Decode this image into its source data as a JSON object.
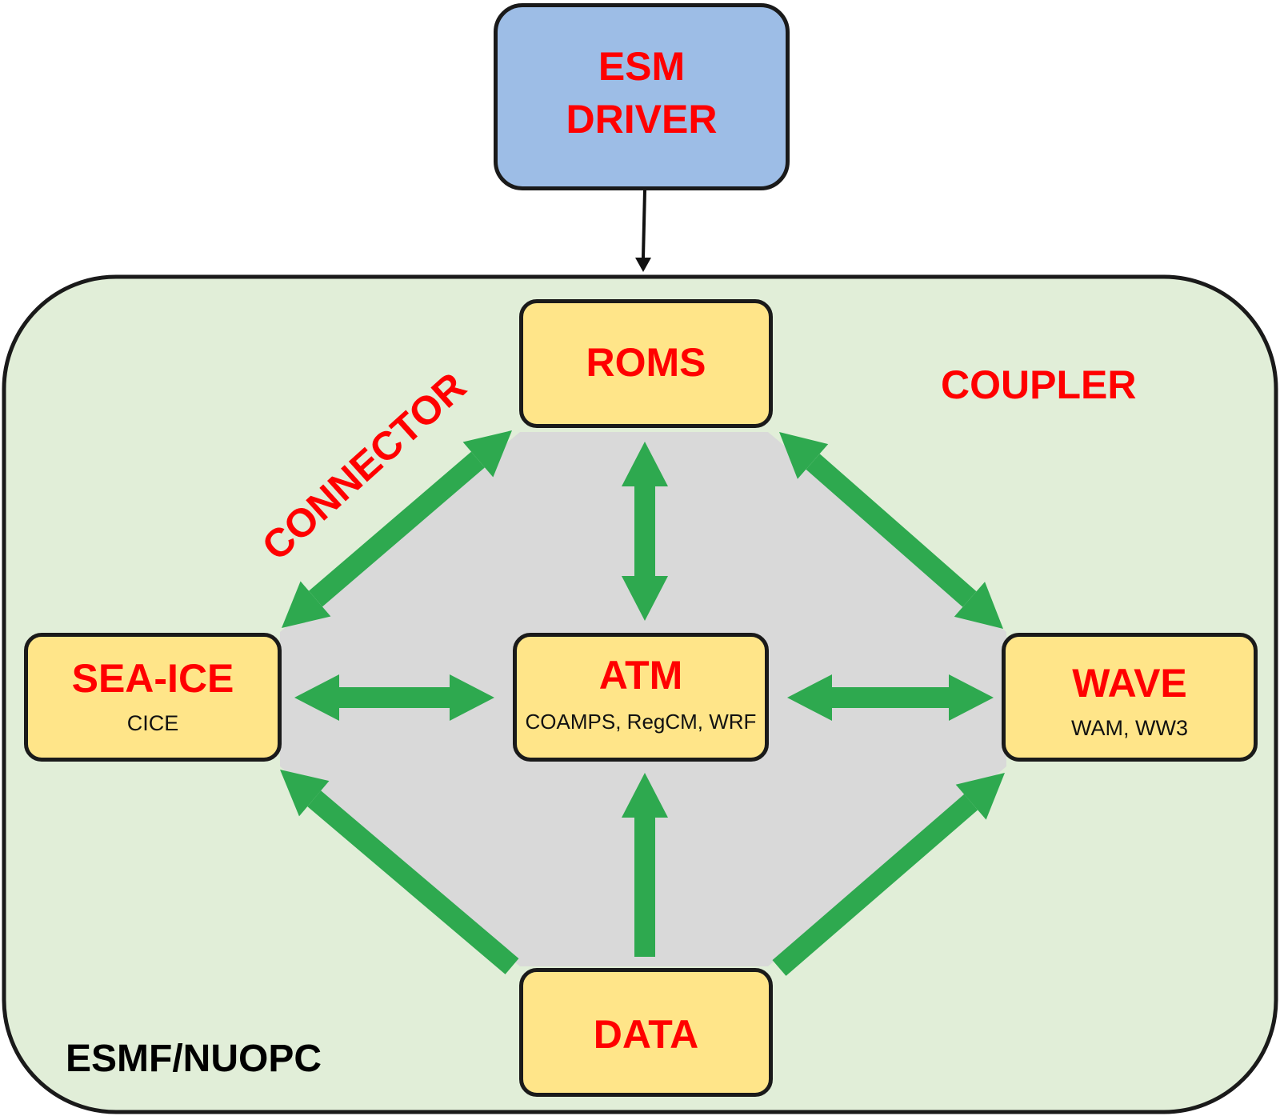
{
  "colors": {
    "driver_fill": "#9dbde6",
    "model_fill": "#ffe589",
    "coupler_fill": "#e1eed8",
    "hub_fill": "#d9d9d9",
    "arrow": "#2ea94f",
    "label_red": "#ff0000",
    "outline": "#1a1a1a"
  },
  "driver": {
    "line1": "ESM",
    "line2": "DRIVER"
  },
  "coupler": {
    "label": "COUPLER",
    "connector_label": "CONNECTOR",
    "framework_label": "ESMF/NUOPC"
  },
  "models": {
    "roms": {
      "name": "ROMS"
    },
    "seaice": {
      "name": "SEA-ICE",
      "impl": "CICE"
    },
    "atm": {
      "name": "ATM",
      "impl": "COAMPS, RegCM, WRF"
    },
    "wave": {
      "name": "WAVE",
      "impl": "WAM, WW3"
    },
    "data": {
      "name": "DATA"
    }
  },
  "connections": [
    {
      "from": "SEA-ICE",
      "to": "ROMS",
      "direction": "bidirectional"
    },
    {
      "from": "ROMS",
      "to": "ATM",
      "direction": "bidirectional"
    },
    {
      "from": "ROMS",
      "to": "WAVE",
      "direction": "bidirectional"
    },
    {
      "from": "SEA-ICE",
      "to": "ATM",
      "direction": "bidirectional"
    },
    {
      "from": "ATM",
      "to": "WAVE",
      "direction": "bidirectional"
    },
    {
      "from": "DATA",
      "to": "SEA-ICE",
      "direction": "one-way"
    },
    {
      "from": "DATA",
      "to": "ATM",
      "direction": "one-way"
    },
    {
      "from": "DATA",
      "to": "WAVE",
      "direction": "one-way"
    },
    {
      "from": "ESM DRIVER",
      "to": "COUPLER",
      "direction": "one-way"
    }
  ]
}
